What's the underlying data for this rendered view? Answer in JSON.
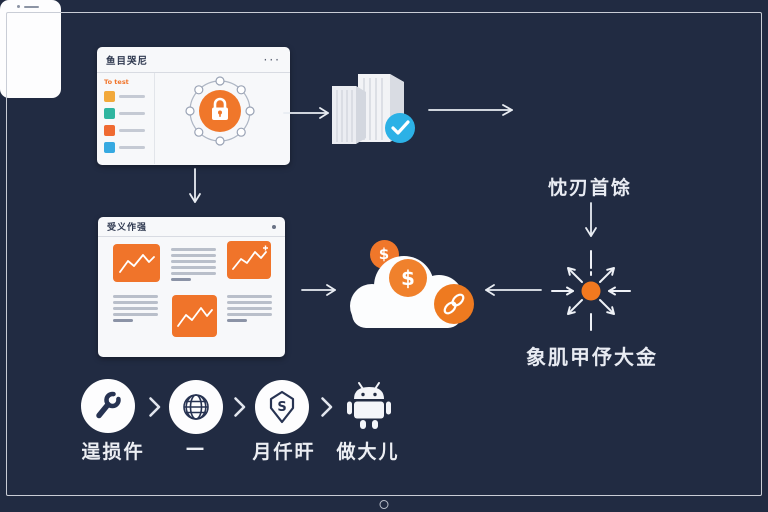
{
  "colors": {
    "background": "#212b42",
    "accent_orange": "#f0772a",
    "check_blue": "#2cb1e6",
    "arrow_white": "#e8ecf2",
    "window_bg": "#f7f8fa"
  },
  "window1": {
    "title": "鱼目哭尼",
    "menu_dots": "···",
    "sidebar": {
      "heading": "To test",
      "items": [
        {
          "icon": "square-bullet-icon",
          "color": "#f2a93b"
        },
        {
          "icon": "square-bullet-icon",
          "color": "#2fb5a0"
        },
        {
          "icon": "square-bullet-icon",
          "color": "#ef6a32"
        },
        {
          "icon": "square-bullet-icon",
          "color": "#36a9e1"
        }
      ]
    },
    "diagram": {
      "icon": "lock-icon",
      "ring_nodes": 8
    }
  },
  "servers": {
    "icon": "buildings-icon",
    "badge_icon": "check-icon"
  },
  "phone": {
    "screen_icon": "dollar-icon",
    "dollar_symbol": "$",
    "caption": "忱刃首馀"
  },
  "hub": {
    "icon": "radiating-arrows-icon",
    "caption": "象肌甲伃大金"
  },
  "cloud": {
    "icon": "cloud-icon",
    "dollar_symbol": "$",
    "badge_icons": [
      "dollar-icon",
      "link-icon"
    ]
  },
  "window2": {
    "title": "受义作强",
    "chart_cards": 3,
    "text_blocks": 3
  },
  "steps": {
    "separator_icon": "chevron-right-icon",
    "items": [
      {
        "icon": "wrench-icon",
        "label": "逞损仵"
      },
      {
        "icon": "globe-icon",
        "label": "—"
      },
      {
        "icon": "shield-dollar-icon",
        "label": "月仟旰",
        "shield_letter": "S"
      },
      {
        "icon": "android-icon",
        "label": "做大儿"
      }
    ]
  }
}
